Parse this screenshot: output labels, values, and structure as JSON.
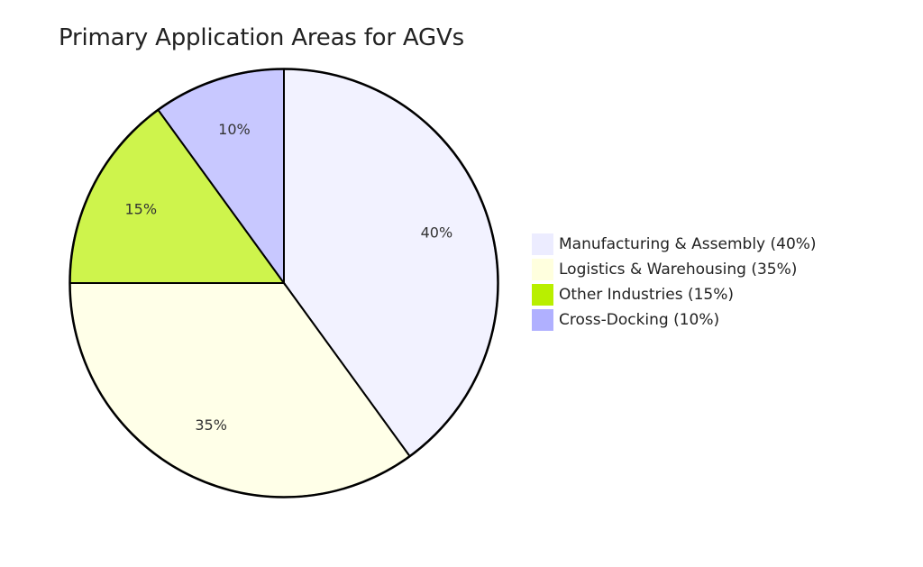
{
  "chart_data": {
    "type": "pie",
    "title": "Primary Application Areas for AGVs",
    "categories": [
      "Manufacturing & Assembly",
      "Logistics & Warehousing",
      "Other Industries",
      "Cross-Docking"
    ],
    "values": [
      40,
      35,
      15,
      10
    ],
    "unit": "%",
    "colors": [
      "#ECECFF",
      "#FFFFDE",
      "#B9EF00",
      "#B0B0FF"
    ],
    "slice_labels": [
      "40%",
      "35%",
      "15%",
      "10%"
    ],
    "legend": [
      {
        "label": "Manufacturing & Assembly (40%)",
        "color": "#ECECFF"
      },
      {
        "label": "Logistics & Warehousing (35%)",
        "color": "#FFFFDE"
      },
      {
        "label": "Other Industries (15%)",
        "color": "#B9EF00"
      },
      {
        "label": "Cross-Docking (10%)",
        "color": "#B0B0FF"
      }
    ],
    "legend_position": "right",
    "start_angle": "top, clockwise"
  }
}
